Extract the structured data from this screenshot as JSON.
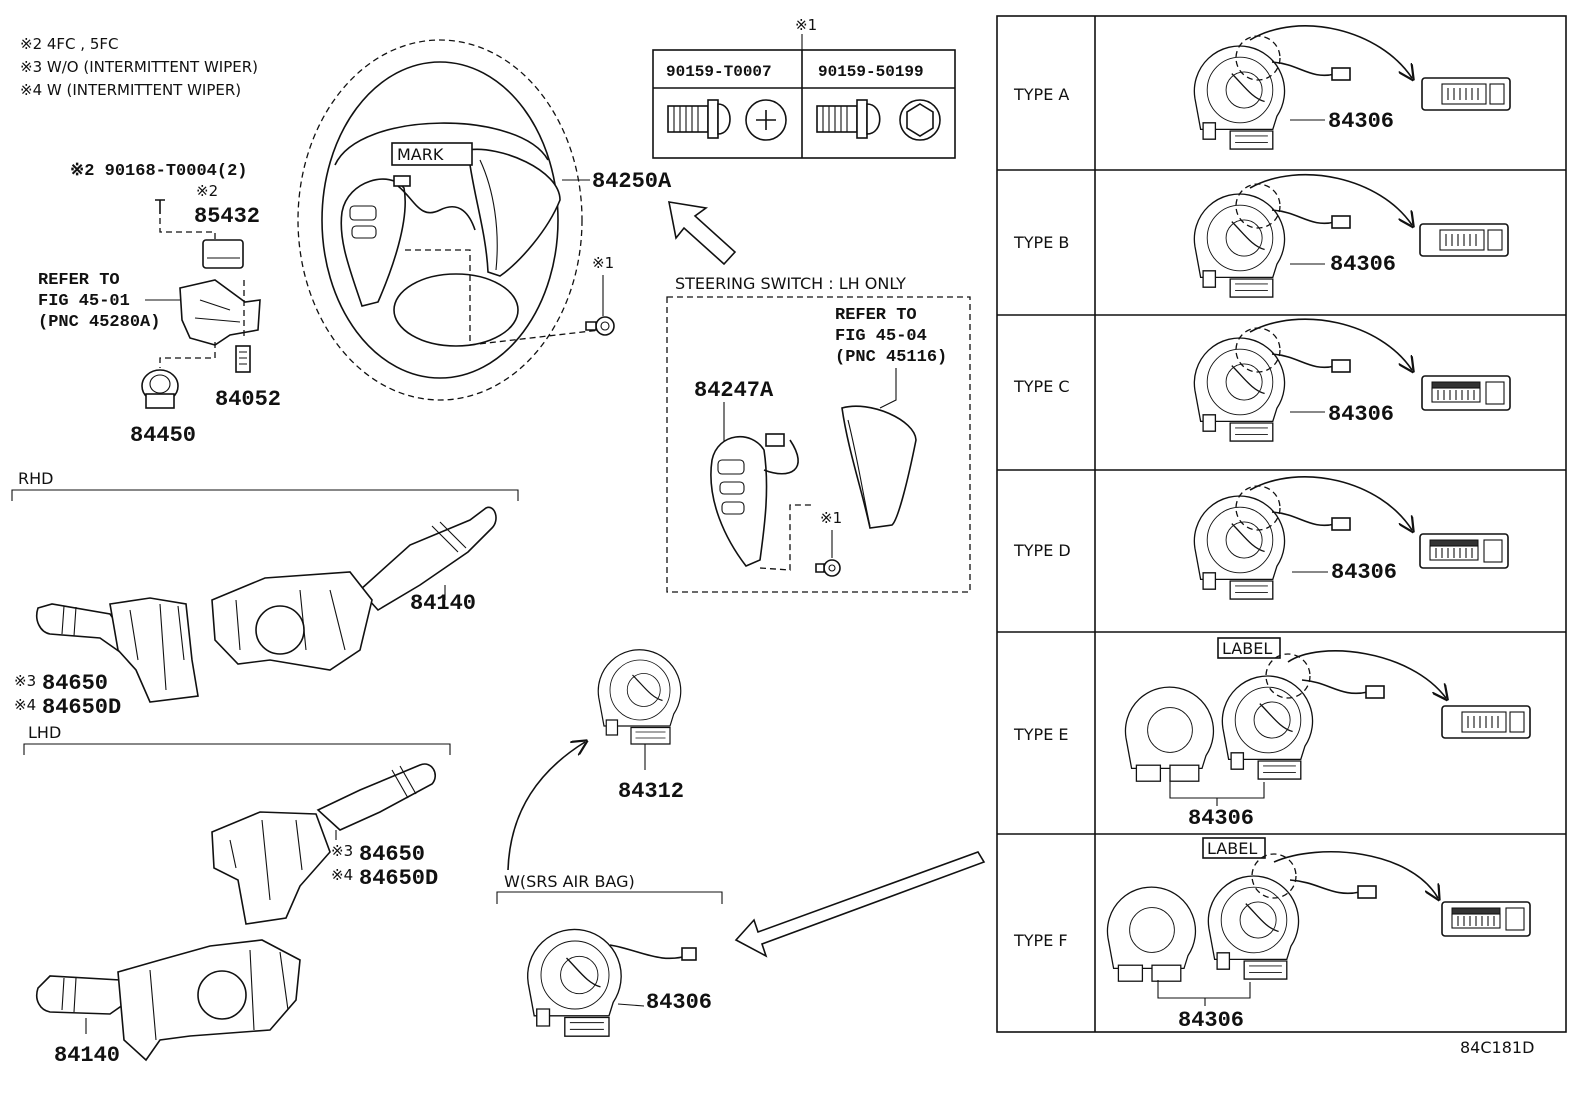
{
  "notes": {
    "n2": "※2 4FC , 5FC",
    "n3": "※3 W/O (INTERMITTENT WIPER)",
    "n4": "※4 W (INTERMITTENT WIPER)"
  },
  "bolt_table": {
    "marker": "※1",
    "col1": "90159-T0007",
    "col2": "90159-50199"
  },
  "steering": {
    "mark_label": "MARK",
    "part": "84250A",
    "screw_marker": "※1"
  },
  "ignition": {
    "screw_label": "※2 90168-T0004(2)",
    "mark2": "※2",
    "p85432": "85432",
    "refer1": "REFER TO",
    "refer2": "FIG 45-01",
    "refer3": "(PNC 45280A)",
    "p84052": "84052",
    "p84450": "84450"
  },
  "steering_switch": {
    "title": "STEERING SWITCH : LH ONLY",
    "refer1": "REFER TO",
    "refer2": "FIG 45-04",
    "refer3": "(PNC 45116)",
    "part": "84247A",
    "screw_marker": "※1"
  },
  "rhd": {
    "label": "RHD",
    "p84140": "84140",
    "m3": "※3",
    "p84650": "84650",
    "m4": "※4",
    "p84650D": "84650D"
  },
  "lhd": {
    "label": "LHD",
    "m3": "※3",
    "p84650": "84650",
    "m4": "※4",
    "p84650D": "84650D",
    "p84140": "84140"
  },
  "spiral": {
    "p84312": "84312",
    "srs_label": "W(SRS AIR BAG)",
    "p84306": "84306"
  },
  "types": [
    {
      "name": "TYPE A",
      "part": "84306"
    },
    {
      "name": "TYPE B",
      "part": "84306"
    },
    {
      "name": "TYPE C",
      "part": "84306"
    },
    {
      "name": "TYPE D",
      "part": "84306"
    },
    {
      "name": "TYPE E",
      "part": "84306",
      "label": "LABEL"
    },
    {
      "name": "TYPE F",
      "part": "84306",
      "label": "LABEL"
    }
  ],
  "footer_code": "84C181D"
}
